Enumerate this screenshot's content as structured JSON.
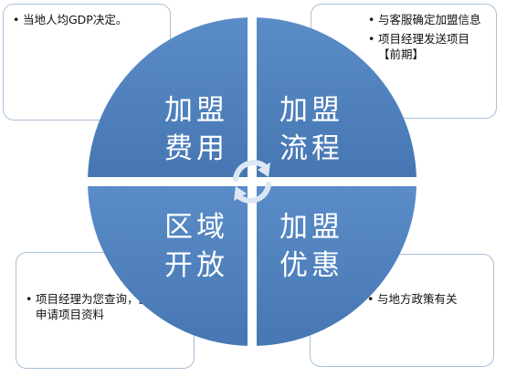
{
  "quadrants": {
    "top_left": {
      "line1": "加盟",
      "line2": "费用"
    },
    "top_right": {
      "line1": "加盟",
      "line2": "流程"
    },
    "bottom_left": {
      "line1": "区域",
      "line2": "开放"
    },
    "bottom_right": {
      "line1": "加盟",
      "line2": "优惠"
    }
  },
  "notes": {
    "top_left": [
      "当地人均GDP决定。"
    ],
    "top_right": [
      "与客服确定加盟信息",
      "项目经理发送项目【前期】"
    ],
    "bottom_left": [
      "项目经理为您查询，区域合适申请项目资料"
    ],
    "bottom_right": [
      "与地方政策有关"
    ]
  },
  "colors": {
    "quadrant_fill": "#4f81bd",
    "note_border": "#a9bfd8",
    "arrow": "#dbe7f3"
  }
}
